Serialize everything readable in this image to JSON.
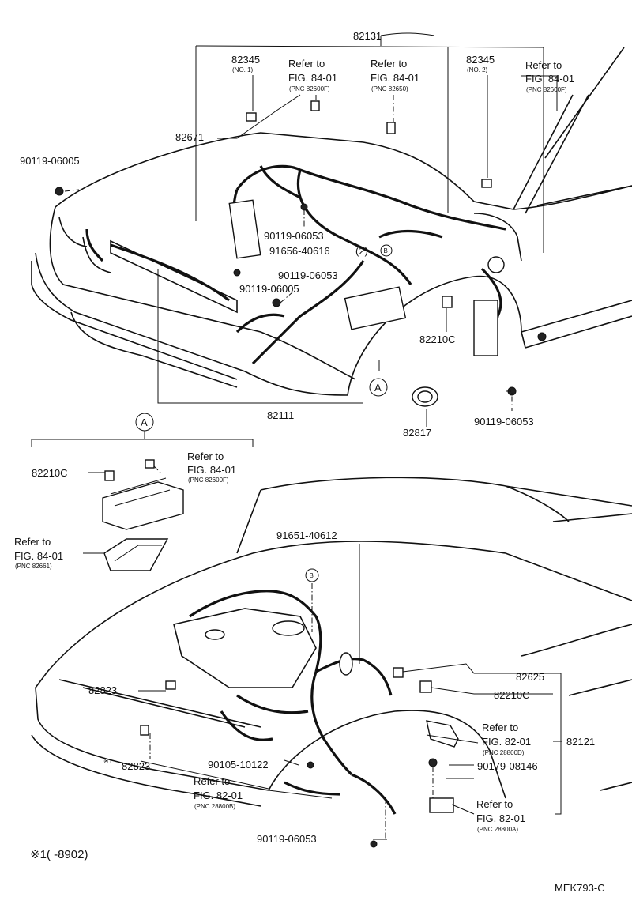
{
  "parts": {
    "p82131": "82131",
    "p82345_1": "82345",
    "p82345_1_note": "(NO. 1)",
    "p82345_2": "82345",
    "p82345_2_note": "(NO. 2)",
    "p82671": "82671",
    "p90119_06005_a": "90119-06005",
    "p90119_06005_b": "90119-06005",
    "p90119_06053_a": "90119-06053",
    "p90119_06053_b": "90119-06053",
    "p90119_06053_c": "90119-06053",
    "p90119_06053_d": "90119-06053",
    "p91656_40616": "91656-40616",
    "p91656_qty": "(2)",
    "p82210C_a": "82210C",
    "p82210C_b": "82210C",
    "p82210C_c": "82210C",
    "p82111": "82111",
    "p82817": "82817",
    "p91651_40612": "91651-40612",
    "p82823_a": "82823",
    "p82823_b": "82823",
    "p82625": "82625",
    "p82121": "82121",
    "p90105_10122": "90105-10122",
    "p90179_08146": "90179-08146"
  },
  "refs": {
    "r1": {
      "refer": "Refer to",
      "fig": "FIG. 84-01",
      "pnc": "(PNC 82600F)"
    },
    "r2": {
      "refer": "Refer to",
      "fig": "FIG. 84-01",
      "pnc": "(PNC 82650)"
    },
    "r3": {
      "refer": "Refer to",
      "fig": "FIG. 84-01",
      "pnc": "(PNC 82600F)"
    },
    "r4": {
      "refer": "Refer to",
      "fig": "FIG. 84-01",
      "pnc": "(PNC 82600F)"
    },
    "r5": {
      "refer": "Refer to",
      "fig": "FIG. 84-01",
      "pnc": "(PNC 82661)"
    },
    "r6": {
      "refer": "Refer to",
      "fig": "FIG. 82-01",
      "pnc": "(PNC 28800D)"
    },
    "r7": {
      "refer": "Refer to",
      "fig": "FIG. 82-01",
      "pnc": "(PNC 28800B)"
    },
    "r8": {
      "refer": "Refer to",
      "fig": "FIG. 82-01",
      "pnc": "(PNC 28800A)"
    }
  },
  "markers": {
    "A": "A",
    "B": "B"
  },
  "footnote": {
    "mark": "※1",
    "text": "※1(      -8902)"
  },
  "drawing_code": "MEK793-C"
}
